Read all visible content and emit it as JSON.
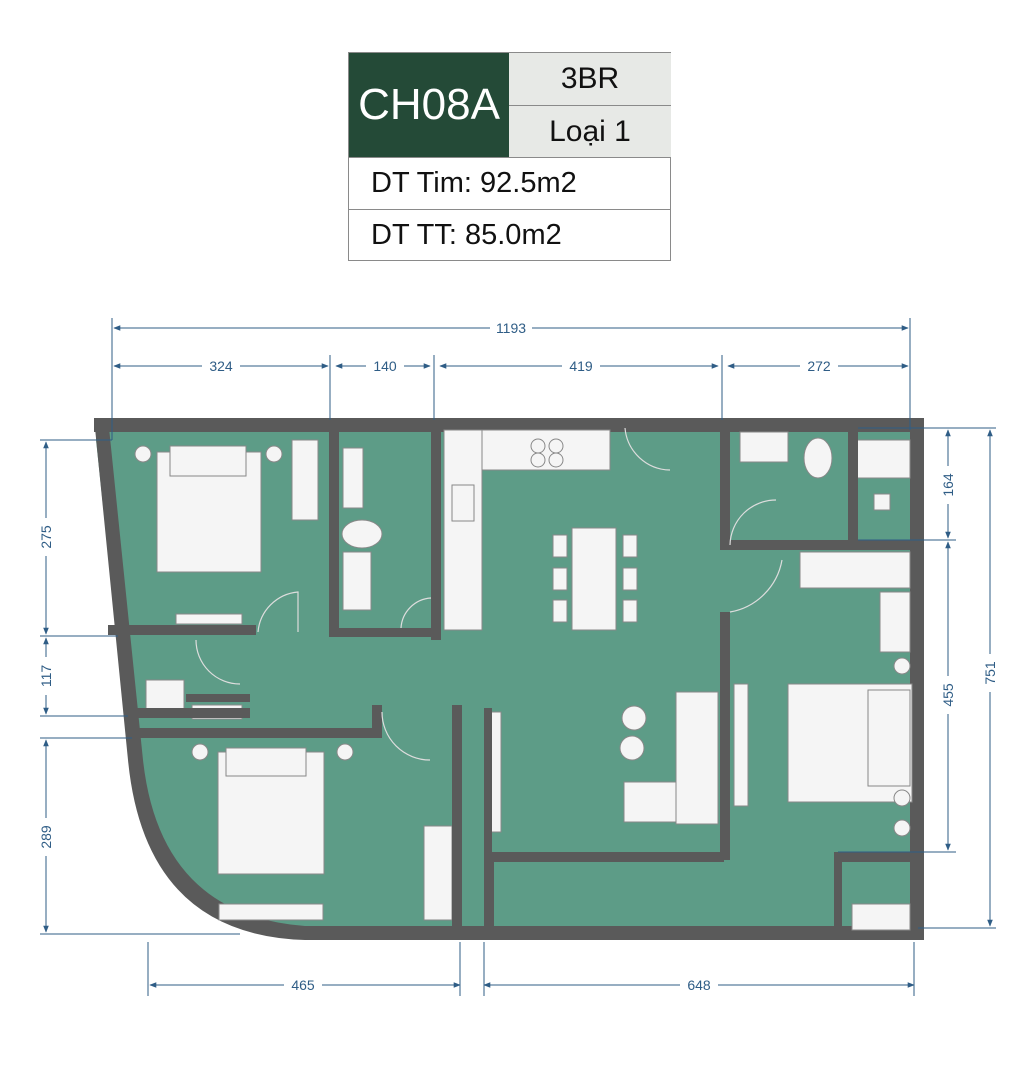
{
  "unit": {
    "code": "CH08A",
    "bedrooms": "3BR",
    "type": "Loại 1",
    "area_tim": "DT Tim: 92.5m2",
    "area_tt": "DT TT: 85.0m2"
  },
  "dimensions": {
    "total_width": "1193",
    "seg_324": "324",
    "seg_140": "140",
    "seg_419": "419",
    "seg_272": "272",
    "left_275": "275",
    "left_117": "117",
    "left_289": "289",
    "right_164": "164",
    "right_455": "455",
    "right_751": "751",
    "bottom_465": "465",
    "bottom_648": "648"
  },
  "colors": {
    "floor": "#5d9c87",
    "wall": "#5a5a5a",
    "dimension": "#2f5d86",
    "header_green": "#244a37",
    "header_grey": "#e7e9e6"
  }
}
